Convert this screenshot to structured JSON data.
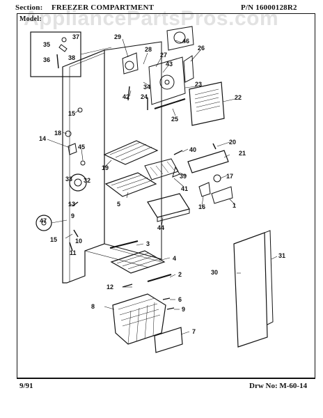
{
  "header": {
    "section_label": "Section:",
    "section_title": "FREEZER COMPARTMENT",
    "part_number": "P/N 16000128R2",
    "model_label": "Model:"
  },
  "watermark": "AppliancePartsPros.com",
  "footer": {
    "date": "9/91",
    "drawing_number": "Drw No: M-60-14"
  },
  "callouts": [
    "37",
    "35",
    "38",
    "36",
    "29",
    "28",
    "27",
    "46",
    "26",
    "43",
    "34",
    "23",
    "42",
    "24",
    "22",
    "25",
    "15",
    "18",
    "14",
    "45",
    "19",
    "20",
    "40",
    "21",
    "33",
    "32",
    "39",
    "41",
    "17",
    "13",
    "5",
    "16",
    "1",
    "47",
    "9",
    "10",
    "15",
    "11",
    "44",
    "3",
    "4",
    "30",
    "31",
    "2",
    "12",
    "6",
    "8",
    "9",
    "7"
  ]
}
